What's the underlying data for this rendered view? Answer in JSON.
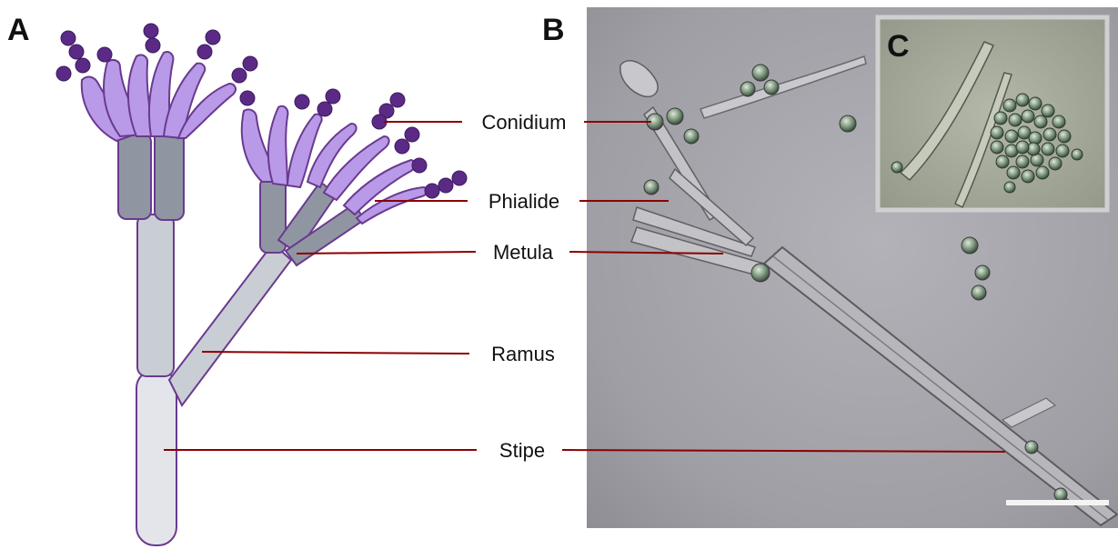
{
  "panels": {
    "a": {
      "letter": "A"
    },
    "b": {
      "letter": "B"
    },
    "c": {
      "letter": "C"
    }
  },
  "labels": {
    "conidium": "Conidium",
    "phialide": "Phialide",
    "metula": "Metula",
    "ramus": "Ramus",
    "stipe": "Stipe"
  },
  "colors": {
    "conidium": "#5b2a86",
    "phialide": "#b89ae8",
    "metula": "#8f96a2",
    "ramus": "#c9cdd4",
    "stipe": "#e4e5ea",
    "outline": "#6a3a8f",
    "leader": "#8b0000",
    "micrograph_bg": "#9d9ca2",
    "inset_border": "#d0d0d0"
  },
  "scale_bar": {
    "shown": true
  }
}
